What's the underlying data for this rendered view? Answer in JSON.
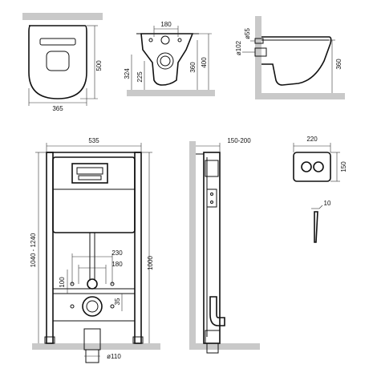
{
  "diagram": {
    "toilet_front_view": {
      "height_label": "500",
      "width_label": "365"
    },
    "toilet_side_view": {
      "width_label": "180",
      "height_label_left": "324",
      "height_label_inner": "225",
      "height_label_mid": "360",
      "height_label_right": "400"
    },
    "toilet_profile_view": {
      "pipe_large_label": "ø102",
      "pipe_small_label": "ø55",
      "height_label": "360"
    },
    "frame_front_view": {
      "width_label": "535",
      "height_range_label": "1040 - 1240",
      "height_label": "1000",
      "bolt_spacing_label": "230",
      "inner_spacing_label": "180",
      "inlet_height_label": "100",
      "outlet_offset_label": "35",
      "drain_diameter_label": "ø110"
    },
    "frame_side_view": {
      "depth_label": "150-200"
    },
    "flush_plate": {
      "width_label": "220",
      "height_label": "150",
      "thickness_label": "10"
    }
  }
}
